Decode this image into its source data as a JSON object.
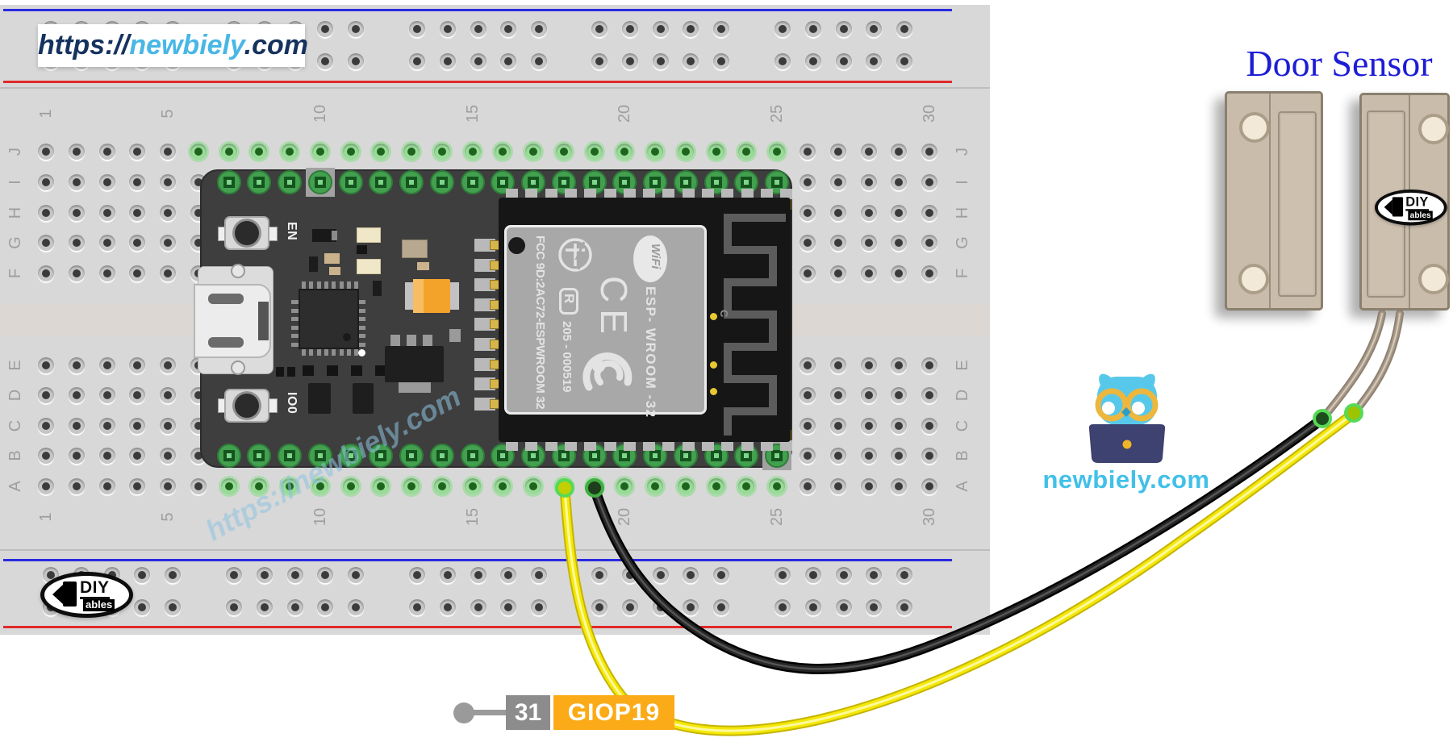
{
  "badge": {
    "scheme": "https://",
    "name": "newbiely",
    "tld": ".com"
  },
  "watermark": {
    "text": "https://newbiely.com"
  },
  "door_sensor": {
    "title": "Door Sensor"
  },
  "mascot": {
    "site": "newbiely.com"
  },
  "diyables": {
    "diy": "DIY",
    "ables": "ables"
  },
  "pin_label": {
    "pin_number": "31",
    "pin_name": "GIOP19"
  },
  "esp32_board": {
    "en_button_label": "EN",
    "boot_button_label": "IO0",
    "module": {
      "fcc_id": "FCC 9D:2AC72-ESPWROOM 32",
      "serial_number": "205 - 000519",
      "certification_mark": "R",
      "ce_mark": "CE",
      "wifi_logo": "WiFi",
      "model": "ESP- WROOM -32",
      "antenna_mark": "C"
    }
  },
  "breadboard": {
    "row_letters": [
      "J",
      "I",
      "H",
      "G",
      "F",
      "E",
      "D",
      "C",
      "B",
      "A"
    ],
    "column_numbers": [
      "1",
      "5",
      "10",
      "15",
      "20",
      "25",
      "30"
    ]
  },
  "wires": [
    {
      "name": "signal-wire",
      "color": "#f2e60b"
    },
    {
      "name": "ground-wire",
      "color": "#1a1a1a"
    },
    {
      "name": "sensor-leads",
      "color": "#a79a89"
    }
  ],
  "colors": {
    "door_sensor_title": "#1d1dd6",
    "gpio_badge": "#fbab18",
    "pin_number_badge": "#8c8c8c",
    "brand_blue": "#41c0e8",
    "navy": "#15325f",
    "breadboard": "#d8d8d8",
    "pcb": "#3e3e3e",
    "pad_green": "#43a04f",
    "sensor_body": "#c9bcab"
  }
}
